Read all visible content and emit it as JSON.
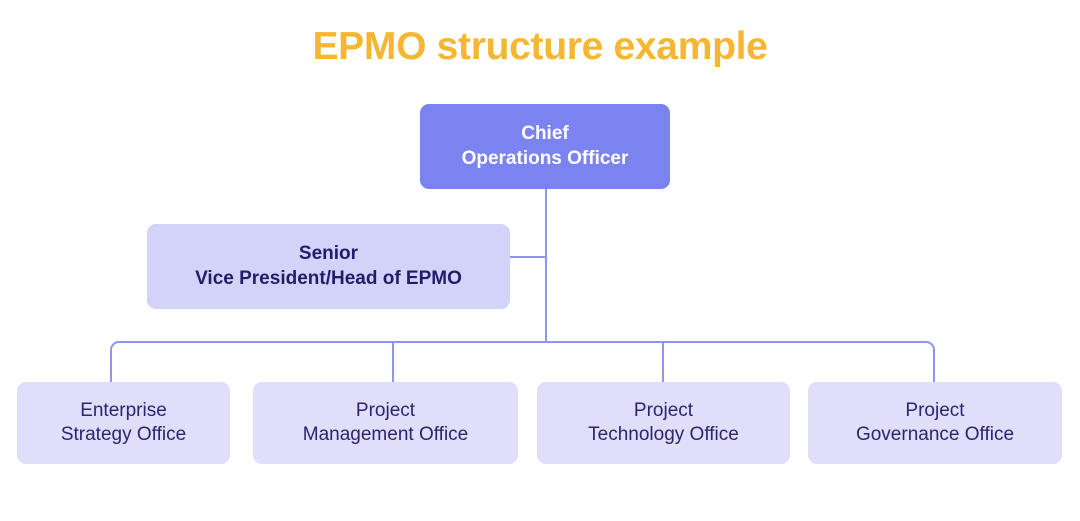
{
  "title": "EPMO structure example",
  "colors": {
    "title": "#F5B731",
    "root_fill": "#7B83F0",
    "root_text": "#FFFFFF",
    "second_fill": "#D3D2F8",
    "second_text": "#231C6B",
    "leaf_fill": "#E0DEFB",
    "leaf_text": "#2B2570",
    "connector": "#8E95EE",
    "background": "#FFFFFF"
  },
  "chart_data": {
    "type": "diagram",
    "subtype": "organizational-hierarchy-tree",
    "title": "EPMO structure example",
    "orientation": "top-down",
    "levels": 3,
    "nodes": [
      {
        "id": "coo",
        "level": 1,
        "label": "Chief\nOperations Officer",
        "line1": "Chief",
        "line2": "Operations Officer",
        "parent": null,
        "style": "root"
      },
      {
        "id": "svp-epmo",
        "level": 2,
        "label": "Senior\nVice President/Head of EPMO",
        "line1": "Senior",
        "line2": "Vice President/Head of EPMO",
        "parent": "coo",
        "style": "second"
      },
      {
        "id": "enterprise-strategy-office",
        "level": 3,
        "label": "Enterprise\nStrategy Office",
        "line1": "Enterprise",
        "line2": "Strategy Office",
        "parent": "svp-epmo",
        "style": "leaf"
      },
      {
        "id": "project-management-office",
        "level": 3,
        "label": "Project\nManagement Office",
        "line1": "Project",
        "line2": "Management Office",
        "parent": "svp-epmo",
        "style": "leaf"
      },
      {
        "id": "project-technology-office",
        "level": 3,
        "label": "Project\nTechnology Office",
        "line1": "Project",
        "line2": "Technology Office",
        "parent": "svp-epmo",
        "style": "leaf"
      },
      {
        "id": "project-governance-office",
        "level": 3,
        "label": "Project\nGovernance Office",
        "line1": "Project",
        "line2": "Governance Office",
        "parent": "svp-epmo",
        "style": "leaf"
      }
    ],
    "edges": [
      {
        "from": "coo",
        "to": "svp-epmo"
      },
      {
        "from": "coo",
        "to": "enterprise-strategy-office"
      },
      {
        "from": "coo",
        "to": "project-management-office"
      },
      {
        "from": "coo",
        "to": "project-technology-office"
      },
      {
        "from": "coo",
        "to": "project-governance-office"
      }
    ]
  },
  "nodes": {
    "root": {
      "label": "Chief\nOperations Officer"
    },
    "second": {
      "label": "Senior\nVice President/Head of EPMO"
    },
    "leaves": [
      {
        "label": "Enterprise\nStrategy Office"
      },
      {
        "label": "Project\nManagement Office"
      },
      {
        "label": "Project\nTechnology Office"
      },
      {
        "label": "Project\nGovernance Office"
      }
    ]
  }
}
